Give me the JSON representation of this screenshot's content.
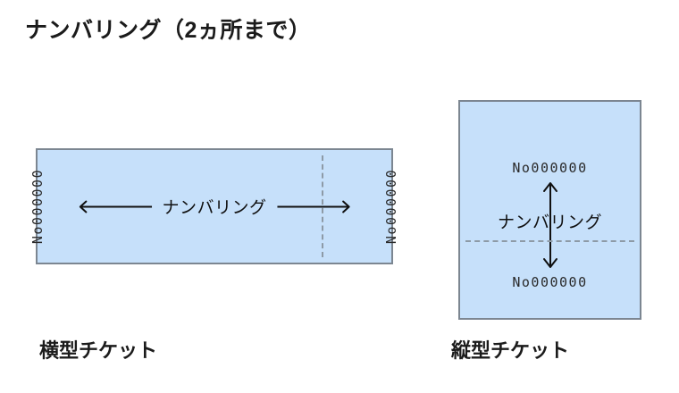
{
  "page": {
    "title": "ナンバリング（2ヵ所まで）",
    "background_color": "#ffffff"
  },
  "colors": {
    "ticket_fill": "#c6e0fa",
    "ticket_border": "#7c8691",
    "fold_dashed": "#8d9aa6",
    "arrow": "#101010",
    "serial_text": "#2a2a2a",
    "title_text": "#1b1b1b"
  },
  "tickets": {
    "horizontal": {
      "caption": "横型チケット",
      "serial_left": "No000000",
      "serial_right": "No000000",
      "arrow_label": "ナンバリング",
      "arrow_left_icon": "arrow-left-icon",
      "arrow_right_icon": "arrow-right-icon",
      "fold_line": "dashed-fold-line-vertical"
    },
    "vertical": {
      "caption": "縦型チケット",
      "serial_top": "No000000",
      "serial_bottom": "No000000",
      "arrow_label": "ナンバリング",
      "arrow_up_icon": "arrow-up-icon",
      "arrow_down_icon": "arrow-down-icon",
      "fold_line": "dashed-fold-line-horizontal"
    }
  }
}
